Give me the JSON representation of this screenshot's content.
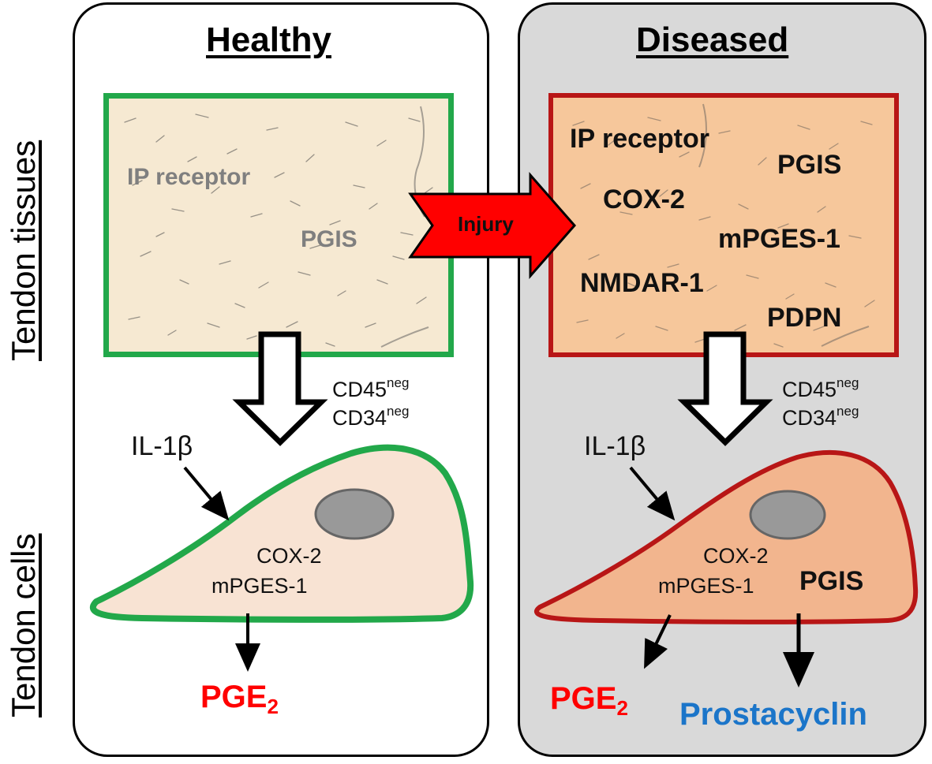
{
  "side_labels": {
    "tissues": "Tendon tissues",
    "cells": "Tendon cells"
  },
  "healthy": {
    "title": "Healthy",
    "tissue_markers": [
      "IP receptor",
      "PGIS"
    ],
    "cell_markers": {
      "cd45": "CD45",
      "cd34": "CD34",
      "sup": "neg"
    },
    "stimulus": "IL-1β",
    "cell_enzymes": [
      "COX-2",
      "mPGES-1"
    ],
    "product": {
      "base": "PGE",
      "sub": "2"
    }
  },
  "diseased": {
    "title": "Diseased",
    "tissue_markers": [
      "IP receptor",
      "PGIS",
      "COX-2",
      "mPGES-1",
      "NMDAR-1",
      "PDPN"
    ],
    "cell_markers": {
      "cd45": "CD45",
      "cd34": "CD34",
      "sup": "neg"
    },
    "stimulus": "IL-1β",
    "cell_enzymes": [
      "COX-2",
      "mPGES-1"
    ],
    "cell_extra": "PGIS",
    "products": {
      "pge_base": "PGE",
      "pge_sub": "2",
      "prostacyclin": "Prostacyclin"
    }
  },
  "transition": {
    "label": "Injury"
  },
  "colors": {
    "healthy_border": "#22a84a",
    "diseased_border": "#b81616",
    "pge2": "#ff0000",
    "prostacyclin": "#1b75c9",
    "injury_arrow": "#ff0000",
    "healthy_cell_fill": "#f8e3d3",
    "diseased_cell_fill": "#f2b58e",
    "nucleus": "#999999"
  }
}
